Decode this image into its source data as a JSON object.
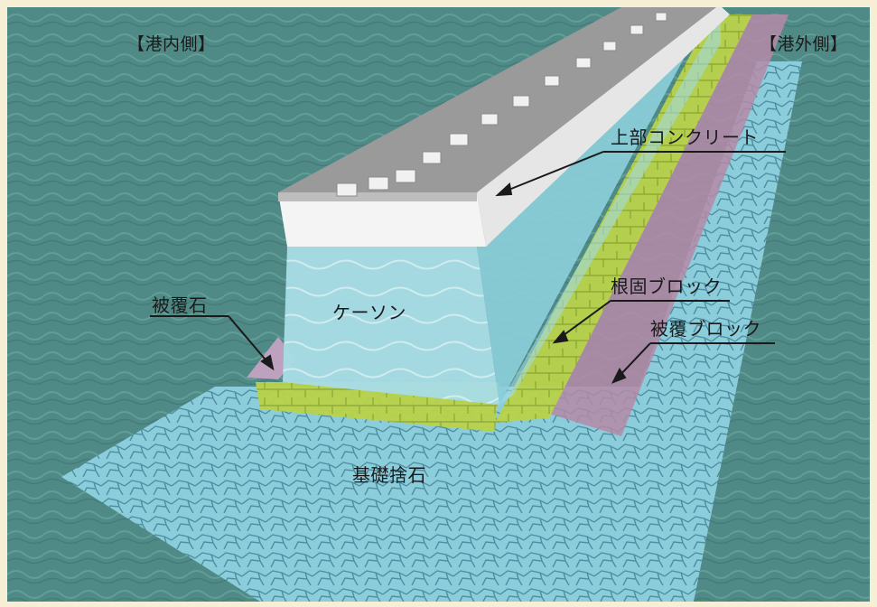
{
  "labels": {
    "harbor_inner": "【港内側】",
    "harbor_outer": "【港外側】",
    "upper_concrete": "上部コンクリート",
    "caisson": "ケーソン",
    "armor_stone": "被覆石",
    "root_block": "根固ブロック",
    "armor_block": "被覆ブロック",
    "foundation_rubble": "基礎捨石"
  },
  "colors": {
    "sea": "#4f8a86",
    "caisson": "#a8dde6",
    "upper_concrete_top": "#9a9a9a",
    "upper_concrete_edge": "#f4f4f4",
    "root_block": "#b9d24a",
    "armor_block": "#b58aa8",
    "armor_stone": "#c9a3c4",
    "foundation_rubble": "#8fd0e0"
  }
}
